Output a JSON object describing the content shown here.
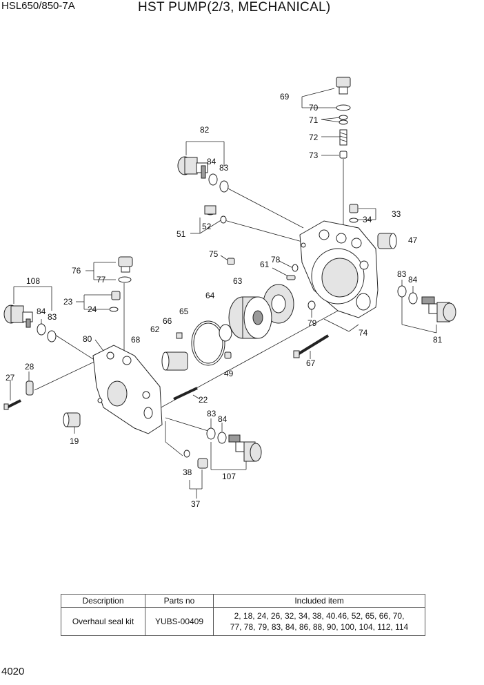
{
  "header": {
    "model": "HSL650/850-7A",
    "title": "HST PUMP(2/3, MECHANICAL)"
  },
  "page_number": "4020",
  "callouts": {
    "c69": "69",
    "c70": "70",
    "c71": "71",
    "c72": "72",
    "c73": "73",
    "c82": "82",
    "c84a": "84",
    "c83a": "83",
    "c33": "33",
    "c34": "34",
    "c47": "47",
    "c51": "51",
    "c52": "52",
    "c75": "75",
    "c78": "78",
    "c61": "61",
    "c63": "63",
    "c64": "64",
    "c65": "65",
    "c66": "66",
    "c62": "62",
    "c68": "68",
    "c79": "79",
    "c74": "74",
    "c67": "67",
    "c49": "49",
    "c83b": "83",
    "c84b": "84",
    "c81": "81",
    "c76": "76",
    "c77": "77",
    "c23": "23",
    "c24": "24",
    "c108": "108",
    "c84c": "84",
    "c83c": "83",
    "c80": "80",
    "c28": "28",
    "c27": "27",
    "c19": "19",
    "c22": "22",
    "c83d": "83",
    "c84d": "84",
    "c107": "107",
    "c38": "38",
    "c37": "37"
  },
  "kit_table": {
    "headers": [
      "Description",
      "Parts no",
      "Included item"
    ],
    "row": {
      "description": "Overhaul seal kit",
      "parts_no": "YUBS-00409",
      "included_line1": "2, 18, 24, 26, 32, 34, 38, 40.46, 52, 65, 66, 70,",
      "included_line2": "77, 78, 79, 83, 84, 86, 88, 90, 100, 104, 112, 114"
    }
  }
}
